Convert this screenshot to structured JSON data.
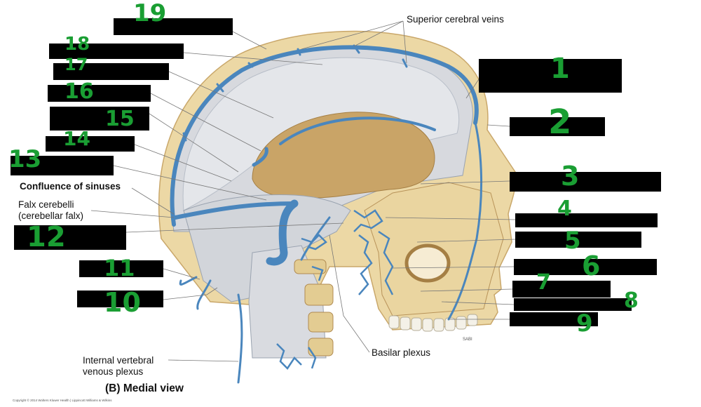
{
  "labels": {
    "superior_cerebral_veins": "Superior cerebral veins",
    "confluence_of_sinuses": "Confluence of sinuses",
    "falx_cerebelli_1": "Falx cerebelli",
    "falx_cerebelli_2": "(cerebellar falx)",
    "internal_vertebral_1": "Internal vertebral",
    "internal_vertebral_2": "venous plexus",
    "basilar_plexus": "Basilar plexus"
  },
  "title": "(B) Medial view",
  "copyright": "Copyright © 2014 Wolters Kluwer Health | Lippincott Williams & Wilkins",
  "artist_mark": "SABI",
  "handwritten_numbers": [
    "1",
    "2",
    "3",
    "4",
    "5",
    "6",
    "7",
    "8",
    "9",
    "10",
    "11",
    "12",
    "13",
    "14",
    "15",
    "16",
    "17",
    "18",
    "19"
  ],
  "colors": {
    "vein": "#4a86bd",
    "bone": "#e9d6a3",
    "dura": "#d4d6dc",
    "redaction": "#000000",
    "handwriting": "#1a9e33"
  }
}
